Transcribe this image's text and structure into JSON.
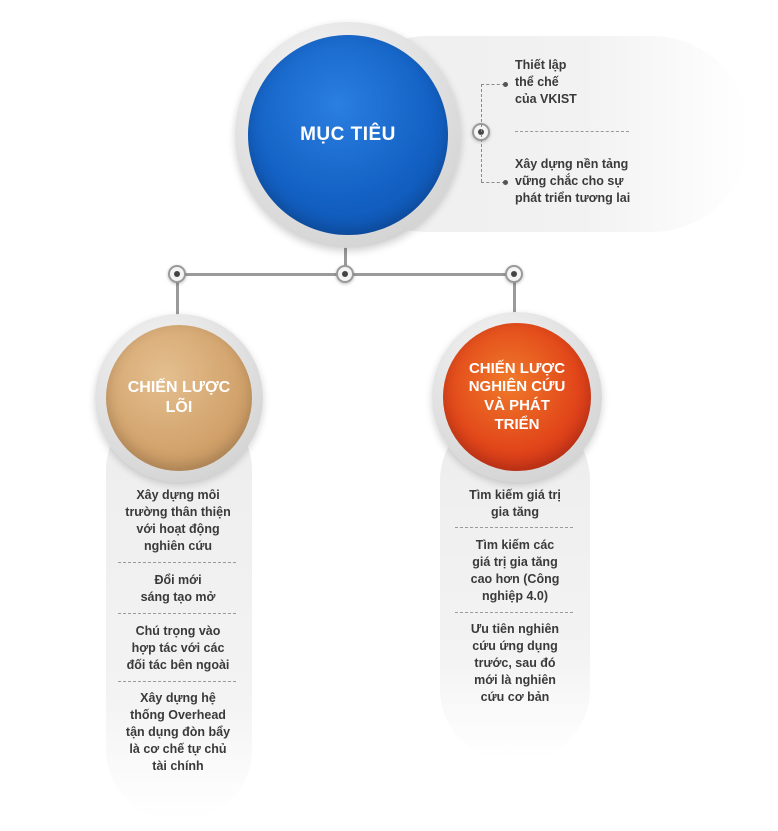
{
  "goal": {
    "title": "MỤC TIÊU",
    "items": [
      [
        "Thiết lập",
        "thể chế",
        "của VKIST"
      ],
      [
        "Xây dựng nền tảng",
        "vững chắc cho sự",
        "phát triển tương lai"
      ]
    ]
  },
  "core": {
    "title": [
      "CHIẾN LƯỢC",
      "LÕI"
    ],
    "items": [
      [
        "Xây dựng môi",
        "trường thân thiện",
        "với hoạt động",
        "nghiên cứu"
      ],
      [
        "Đổi mới",
        "sáng tạo mở"
      ],
      [
        "Chú trọng vào",
        "hợp tác với các",
        "đối tác bên ngoài"
      ],
      [
        "Xây dựng hệ",
        "thống Overhead",
        "tận dụng đòn bẩy",
        "là cơ chế tự chủ",
        "tài chính"
      ]
    ]
  },
  "rnd": {
    "title": [
      "CHIẾN LƯỢC",
      "NGHIÊN CỨU",
      "VÀ PHÁT",
      "TRIỂN"
    ],
    "items": [
      [
        "Tìm kiếm giá trị",
        "gia tăng"
      ],
      [
        "Tìm kiếm các",
        "giá trị gia tăng",
        "cao hơn (Công",
        "nghiệp 4.0)"
      ],
      [
        "Ưu tiên nghiên",
        "cứu ứng dụng",
        "trước, sau đó",
        "mới là nghiên",
        "cứu cơ bản"
      ]
    ]
  },
  "colors": {
    "goal": "#1361c4",
    "core": "#d2a26b",
    "rnd": "#e2471a",
    "connector": "#9a9a9a"
  }
}
